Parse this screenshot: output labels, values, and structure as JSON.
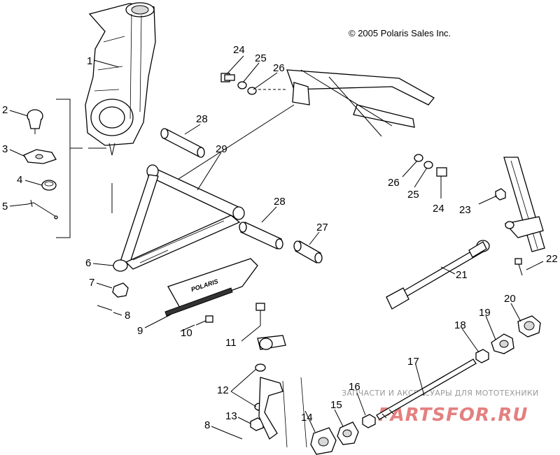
{
  "copyright": "© 2005 Polaris Sales Inc.",
  "guard_logo_text": "POLARIS",
  "watermark": {
    "tagline": "ЗАПЧАСТИ И АКСЕССУАРЫ ДЛЯ МОТОТЕХНИКИ",
    "logo": "PARTSFOR.RU"
  },
  "callouts": {
    "n1": "1",
    "n2": "2",
    "n3": "3",
    "n4": "4",
    "n5": "5",
    "n6": "6",
    "n7": "7",
    "n8a": "8",
    "n8b": "8",
    "n9": "9",
    "n10": "10",
    "n11": "11",
    "n12": "12",
    "n13": "13",
    "n14": "14",
    "n15": "15",
    "n16": "16",
    "n17": "17",
    "n18": "18",
    "n19": "19",
    "n20": "20",
    "n21": "21",
    "n22": "22",
    "n23": "23",
    "n24a": "24",
    "n24b": "24",
    "n25a": "25",
    "n25b": "25",
    "n26a": "26",
    "n26b": "26",
    "n27": "27",
    "n28a": "28",
    "n28b": "28",
    "n29": "29"
  }
}
